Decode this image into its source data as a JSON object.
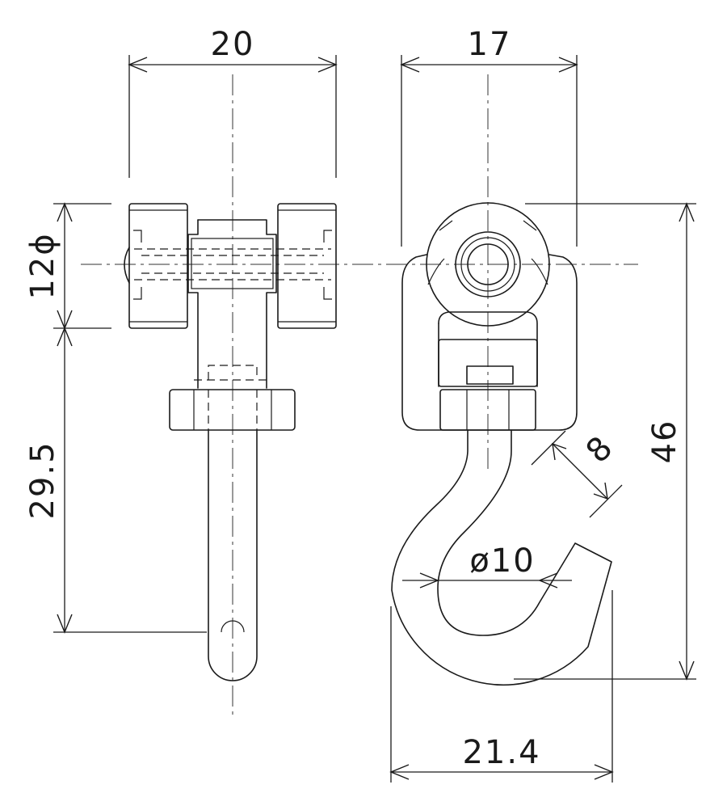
{
  "dimensions": {
    "width_front": "20",
    "width_side": "17",
    "wheel_diameter": "12ϕ",
    "hanger_length": "29.5",
    "total_height": "46",
    "hook_wire": "8",
    "hook_inner": "ø10",
    "hook_width": "21.4"
  }
}
